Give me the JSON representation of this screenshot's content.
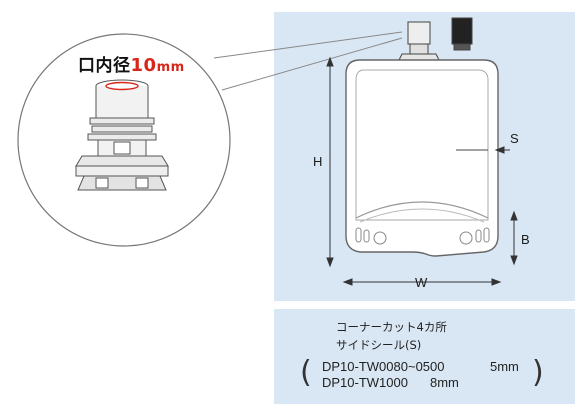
{
  "spout": {
    "label_prefix": "口内径",
    "label_value": "10",
    "label_unit": "mm"
  },
  "dimensions": {
    "h": "H",
    "w": "W",
    "s": "S",
    "b": "B"
  },
  "notes": {
    "line1": "コーナーカット4カ所",
    "line2": "サイドシール(S)",
    "paren_open": "(",
    "paren_close": ")",
    "specs": [
      {
        "model": "DP10-TW0080~0500",
        "size": "5mm"
      },
      {
        "model": "DP10-TW1000",
        "size": "8mm"
      }
    ]
  },
  "colors": {
    "panel": "#d9e7f4",
    "accent": "#d8261a",
    "line": "#7d7d7d"
  }
}
